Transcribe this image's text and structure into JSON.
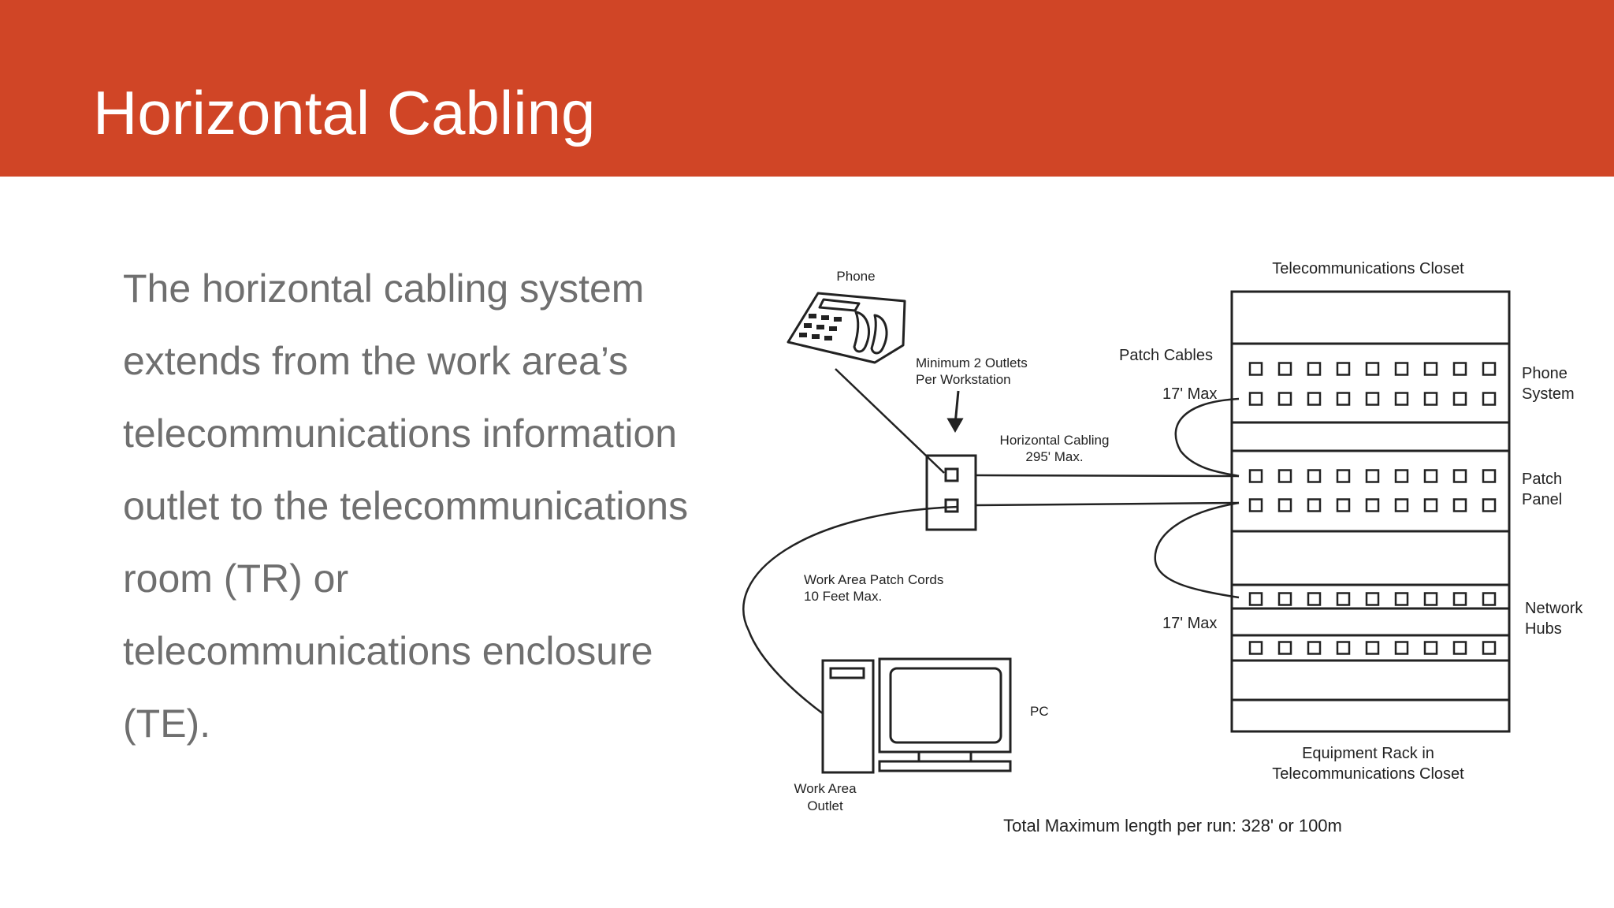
{
  "slide": {
    "title": "Horizontal Cabling",
    "body_lines": [
      "The horizontal cabling system",
      "extends from the work area’s",
      "telecommunications information",
      "outlet to the telecommunications",
      "room (TR) or",
      "telecommunications enclosure",
      "(TE)."
    ]
  },
  "diagram": {
    "labels": {
      "phone": "Phone",
      "closet": "Telecommunications Closet",
      "outlets_line1": "Minimum 2 Outlets",
      "outlets_line2": "Per Workstation",
      "patch_cables": "Patch Cables",
      "max_top": "17' Max",
      "horizontal_line1": "Horizontal Cabling",
      "horizontal_line2": "295' Max.",
      "phone_system_line1": "Phone",
      "phone_system_line2": "System",
      "patch_panel_line1": "Patch",
      "patch_panel_line2": "Panel",
      "patch_cords_line1": "Work Area Patch Cords",
      "patch_cords_line2": "10 Feet Max.",
      "max_bottom": "17' Max",
      "network_hubs_line1": "Network",
      "network_hubs_line2": "Hubs",
      "pc": "PC",
      "outlet_line1": "Work Area",
      "outlet_line2": "Outlet",
      "rack_line1": "Equipment Rack in",
      "rack_line2": "Telecommunications Closet",
      "total": "Total Maximum length per run: 328' or 100m"
    }
  }
}
